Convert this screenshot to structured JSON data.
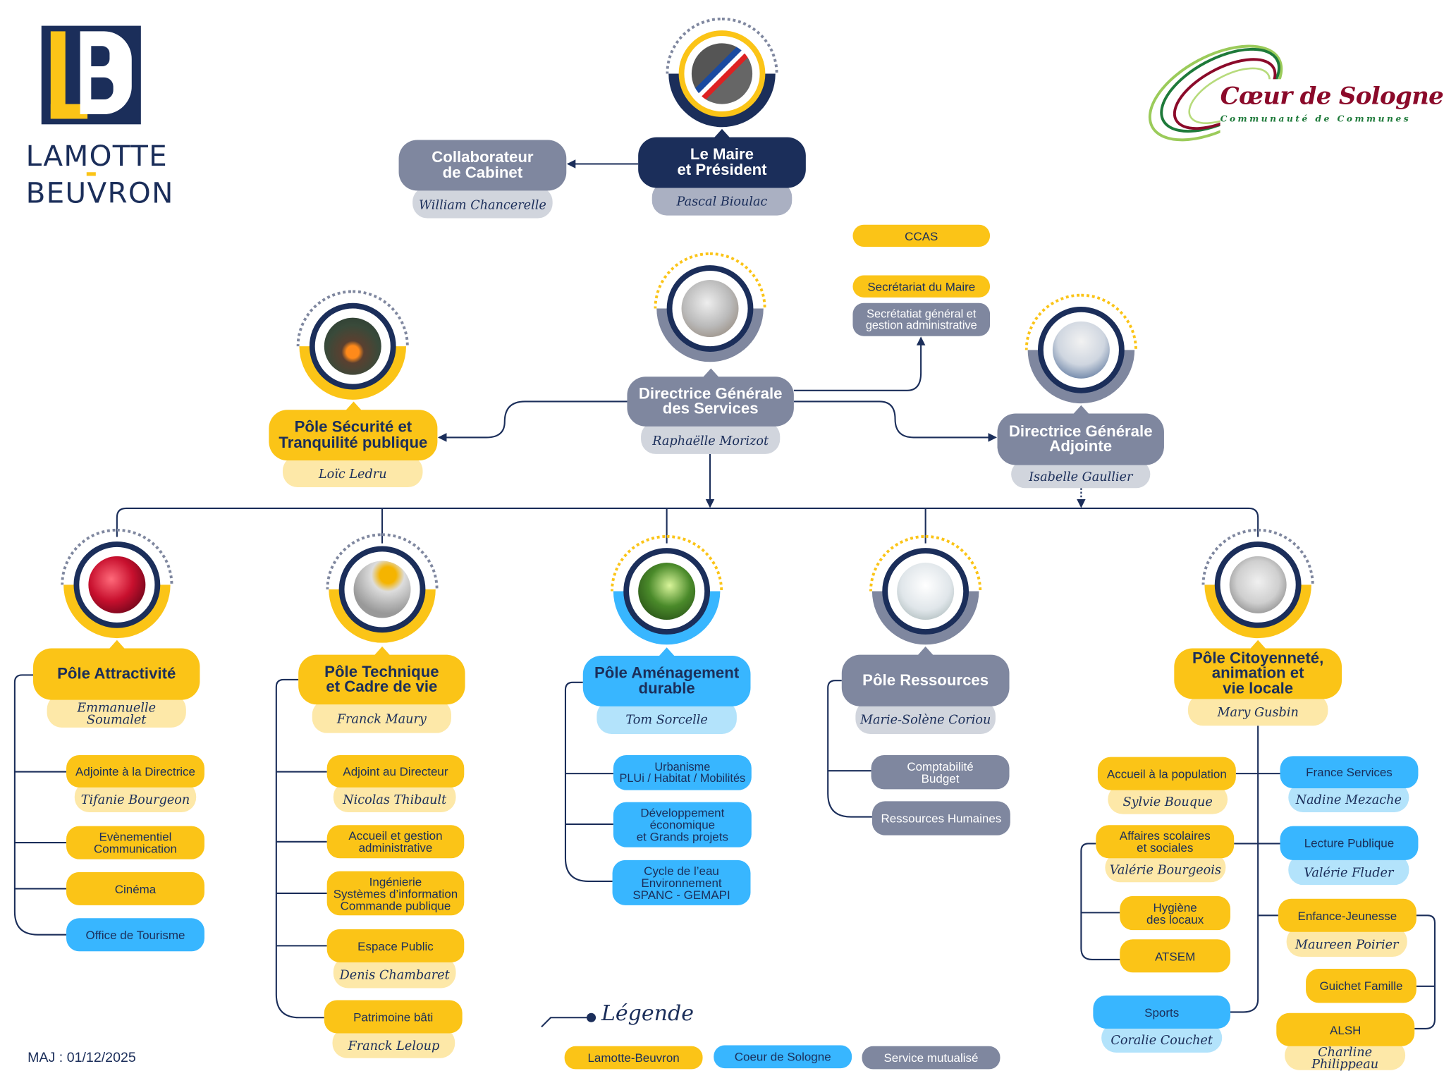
{
  "colors": {
    "lamotte_beuvron": "#FBC417",
    "coeur_de_sologne": "#38B6FF",
    "service_mutualise": "#7F879F",
    "navy": "#1B2E5A"
  },
  "logos": {
    "left": {
      "line1": "LAMOTTE",
      "line2": "BEUVRON",
      "monogram": "LB"
    },
    "right": {
      "title": "Cœur de Sologne",
      "subtitle": "Communauté de Communes"
    }
  },
  "maire": {
    "title": "Le Maire\net Président",
    "name": "Pascal Bioulac"
  },
  "cabinet": {
    "title": "Collaborateur\nde Cabinet",
    "name": "William Chancerelle"
  },
  "ccas": {
    "label": "CCAS"
  },
  "secretariat_maire": {
    "label": "Secrétariat du Maire"
  },
  "secretariat_general": {
    "label": "Secrétatiat général et\ngestion administrative"
  },
  "dgs": {
    "title": "Directrice Générale\ndes Services",
    "name": "Raphaëlle Morizot"
  },
  "securite": {
    "title": "Pôle Sécurité et\nTranquilité publique",
    "name": "Loïc Ledru"
  },
  "dga": {
    "title": "Directrice Générale\nAdjointe",
    "name": "Isabelle Gaullier"
  },
  "poles": [
    {
      "title": "Pôle Attractivité",
      "name": "Emmanuelle Soumalet",
      "children": [
        {
          "label": "Adjointe à la Directrice",
          "name": "Tifanie Bourgeon"
        },
        {
          "label": "Evènementiel\nCommunication"
        },
        {
          "label": "Cinéma"
        },
        {
          "label": "Office de Tourisme"
        }
      ]
    },
    {
      "title": "Pôle Technique\net Cadre de vie",
      "name": "Franck Maury",
      "children": [
        {
          "label": "Adjoint au Directeur",
          "name": "Nicolas Thibault"
        },
        {
          "label": "Accueil et gestion\nadministrative"
        },
        {
          "label": "Ingénierie\nSystèmes d’information\nCommande publique"
        },
        {
          "label": "Espace Public",
          "name": "Denis Chambaret"
        },
        {
          "label": "Patrimoine bâti",
          "name": "Franck Leloup"
        }
      ]
    },
    {
      "title": "Pôle Aménagement\ndurable",
      "name": "Tom Sorcelle",
      "children": [
        {
          "label": "Urbanisme\nPLUi / Habitat / Mobilités"
        },
        {
          "label": "Développement\néconomique\net Grands projets"
        },
        {
          "label": "Cycle de l’eau\nEnvironnement\nSPANC - GEMAPI"
        }
      ]
    },
    {
      "title": "Pôle Ressources",
      "name": "Marie-Solène Coriou",
      "children": [
        {
          "label": "Comptabilité\nBudget"
        },
        {
          "label": "Ressources Humaines"
        }
      ]
    },
    {
      "title": "Pôle Citoyenneté,\nanimation et\nvie locale",
      "name": "Mary Gusbin",
      "children": [
        {
          "label": "Accueil à la population",
          "name": "Sylvie Bouque"
        },
        {
          "label": "France Services",
          "name": "Nadine Mezache"
        },
        {
          "label": "Affaires scolaires\net sociales",
          "name": "Valérie Bourgeois"
        },
        {
          "label": "Lecture Publique",
          "name": "Valérie Fluder"
        },
        {
          "label": "Hygiène\ndes locaux"
        },
        {
          "label": "ATSEM"
        },
        {
          "label": "Enfance-Jeunesse",
          "name": "Maureen Poirier"
        },
        {
          "label": "Guichet Famille"
        },
        {
          "label": "ALSH",
          "name": "Charline Philippeau"
        },
        {
          "label": "Sports",
          "name": "Coralie Couchet"
        }
      ]
    }
  ],
  "legend": {
    "title": "Légende",
    "items": [
      {
        "label": "Lamotte-Beuvron"
      },
      {
        "label": "Coeur de Sologne"
      },
      {
        "label": "Service mutualisé"
      }
    ]
  },
  "footer": {
    "update": "MAJ : 01/12/2025"
  }
}
